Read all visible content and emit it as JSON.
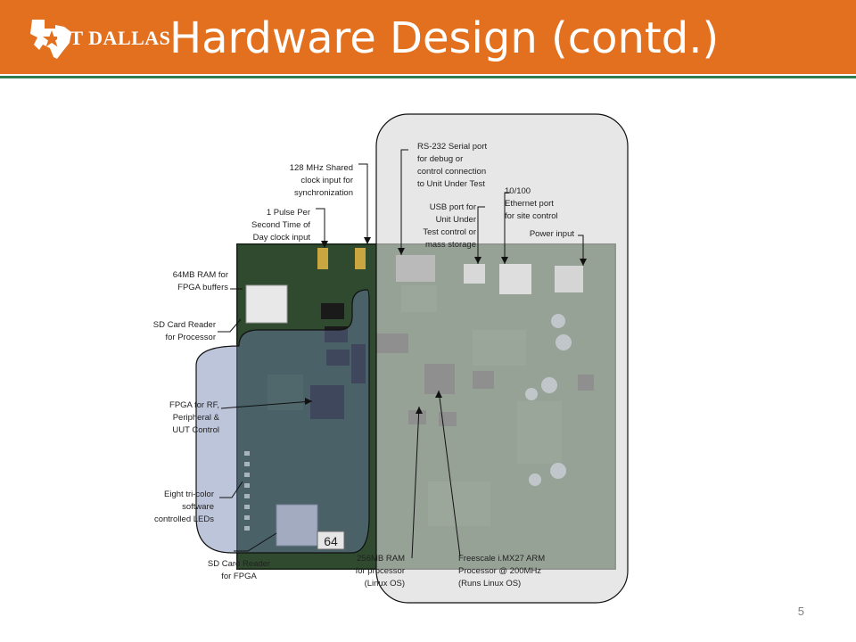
{
  "header": {
    "logo_text": "UT DALLAS",
    "title": "Hardware Design (contd.)"
  },
  "board": {
    "chip_label": "64",
    "annotations": {
      "clock_128": [
        "128 MHz Shared",
        "clock input for",
        "synchronization"
      ],
      "pps": [
        "1 Pulse Per",
        "Second Time of",
        "Day clock input"
      ],
      "ram64": [
        "64MB RAM for",
        "FPGA buffers"
      ],
      "sd_proc": [
        "SD Card Reader",
        "for Processor"
      ],
      "fpga": [
        "FPGA for RF,",
        "Peripheral &",
        "UUT Control"
      ],
      "leds": [
        "Eight tri-color",
        "software",
        "controlled LEDs"
      ],
      "sd_fpga": [
        "SD Card Reader",
        "for FPGA"
      ],
      "rs232": [
        "RS-232 Serial port",
        "for debug or",
        "control connection",
        "to Unit Under Test"
      ],
      "usb": [
        "USB port for",
        "Unit Under",
        "Test control or",
        "mass storage"
      ],
      "ethernet": [
        "10/100",
        "Ethernet port",
        "for site control"
      ],
      "power": [
        "Power input"
      ],
      "ram256": [
        "256MB RAM",
        "for processor",
        "(Linux OS)"
      ],
      "imx27": [
        "Freescale i.MX27 ARM",
        "Processor @ 200MHz",
        "(Runs Linux OS)"
      ]
    }
  },
  "footer": {
    "slide_number": "5"
  },
  "colors": {
    "header_orange": "#e2701f",
    "header_rule_green": "#2e7d4f",
    "pcb_green": "#2f4a2e",
    "fpga_highlight": "#4a5a8a",
    "processor_highlight": "#c8c8c8"
  }
}
